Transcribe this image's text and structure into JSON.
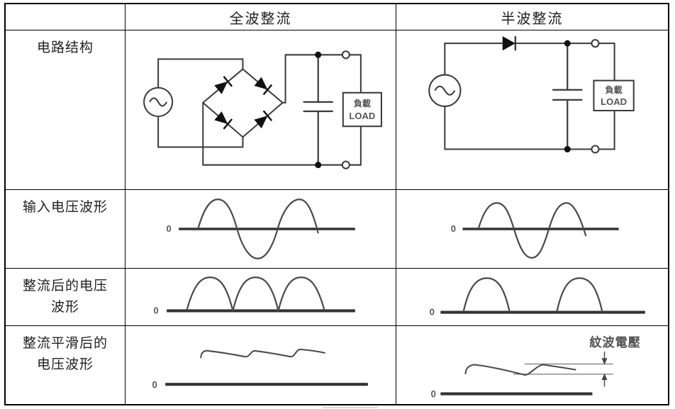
{
  "table": {
    "header": {
      "full_wave": "全波整流",
      "half_wave": "半波整流"
    },
    "row_labels": {
      "circuit": "电路结构",
      "input": "输入电压波形",
      "rectified_line1": "整流后的电压",
      "rectified_line2": "波形",
      "smoothed_line1": "整流平滑后的",
      "smoothed_line2": "电压波形"
    }
  },
  "circuit": {
    "load_cn": "負載",
    "load_en": "LOAD"
  },
  "waveform": {
    "zero": "0",
    "ripple_label": "紋波電壓"
  },
  "colors": {
    "table_border": "#000000",
    "wire": "#3a3a3a",
    "waveform_stroke": "#4a4a4a",
    "baseline": "#333333",
    "label_text": "#1f1f1f",
    "annotation_text": "#555555"
  }
}
